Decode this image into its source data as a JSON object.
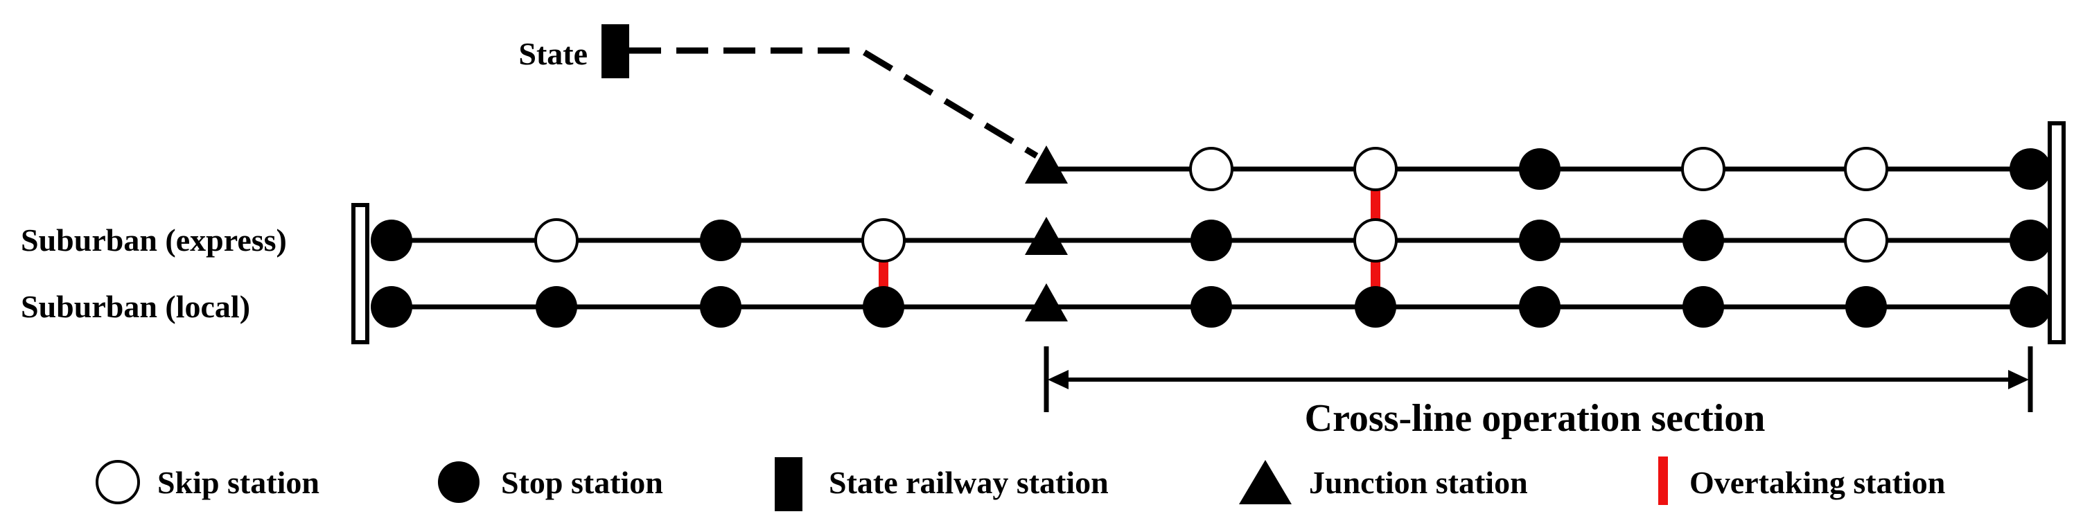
{
  "labels": {
    "state": "State",
    "express": "Suburban (express)",
    "local": "Suburban (local)",
    "section": "Cross-line operation section"
  },
  "lines": {
    "state": [
      "junction",
      "skip",
      "skip",
      "stop",
      "skip",
      "skip",
      "stop"
    ],
    "express": [
      "stop",
      "skip",
      "stop",
      "skip",
      "junction",
      "stop",
      "skip",
      "stop",
      "stop",
      "skip",
      "stop"
    ],
    "local": [
      "stop",
      "stop",
      "stop",
      "stop",
      "junction",
      "stop",
      "stop",
      "stop",
      "stop",
      "stop",
      "stop"
    ]
  },
  "overtaking": [
    {
      "station_index": 3,
      "between": [
        "express",
        "local"
      ]
    },
    {
      "station_index": 6,
      "between": [
        "state",
        "express"
      ]
    },
    {
      "station_index": 6,
      "between": [
        "express",
        "local"
      ]
    }
  ],
  "legend": [
    {
      "symbol": "skip",
      "label": "Skip station"
    },
    {
      "symbol": "stop",
      "label": "Stop station"
    },
    {
      "symbol": "state",
      "label": "State railway station"
    },
    {
      "symbol": "junction",
      "label": "Junction station"
    },
    {
      "symbol": "overtaking",
      "label": "Overtaking station"
    }
  ],
  "colors": {
    "line": "#000000",
    "overtaking": "#ee1111",
    "skip_fill": "#ffffff"
  }
}
